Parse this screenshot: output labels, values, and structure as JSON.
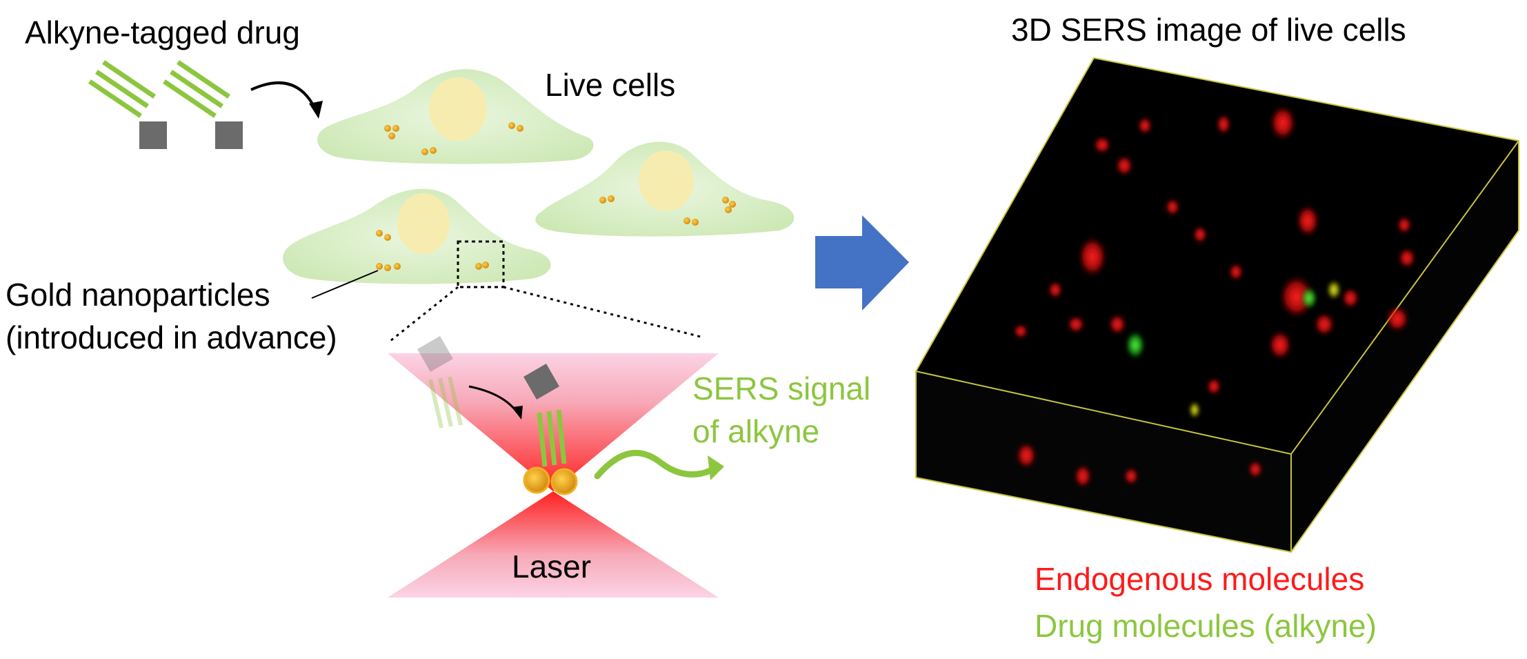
{
  "colors": {
    "alkyne_green": "#8cc63f",
    "label_green": "#8cc63f",
    "label_red": "#ff1a1a",
    "cell_fill": "#d9efc6",
    "nucleus_fill": "#f7ecb0",
    "gold": "#e3a51b",
    "drug_gray": "#6b6b6b",
    "laser_red": "#ff2a2a",
    "laser_pink": "#f9cde2",
    "arrow_blue": "#4472c4",
    "volume_black": "#000000",
    "volume_edge": "#c8c43a"
  },
  "labels": {
    "alkyne_tagged_drug": "Alkyne-tagged drug",
    "live_cells": "Live cells",
    "gold_line1": "Gold nanoparticles",
    "gold_line2": "(introduced in advance)",
    "sers_line1": "SERS signal",
    "sers_line2": "of alkyne",
    "laser": "Laser",
    "sers_image_title": "3D SERS image of live cells",
    "legend_endogenous": "Endogenous molecules",
    "legend_drug": "Drug molecules (alkyne)"
  },
  "icons": {
    "flow_arrow": "block-arrow-right-icon",
    "curved_arrow": "curved-arrow-icon",
    "drug_molecule": "alkyne-drug-icon"
  }
}
